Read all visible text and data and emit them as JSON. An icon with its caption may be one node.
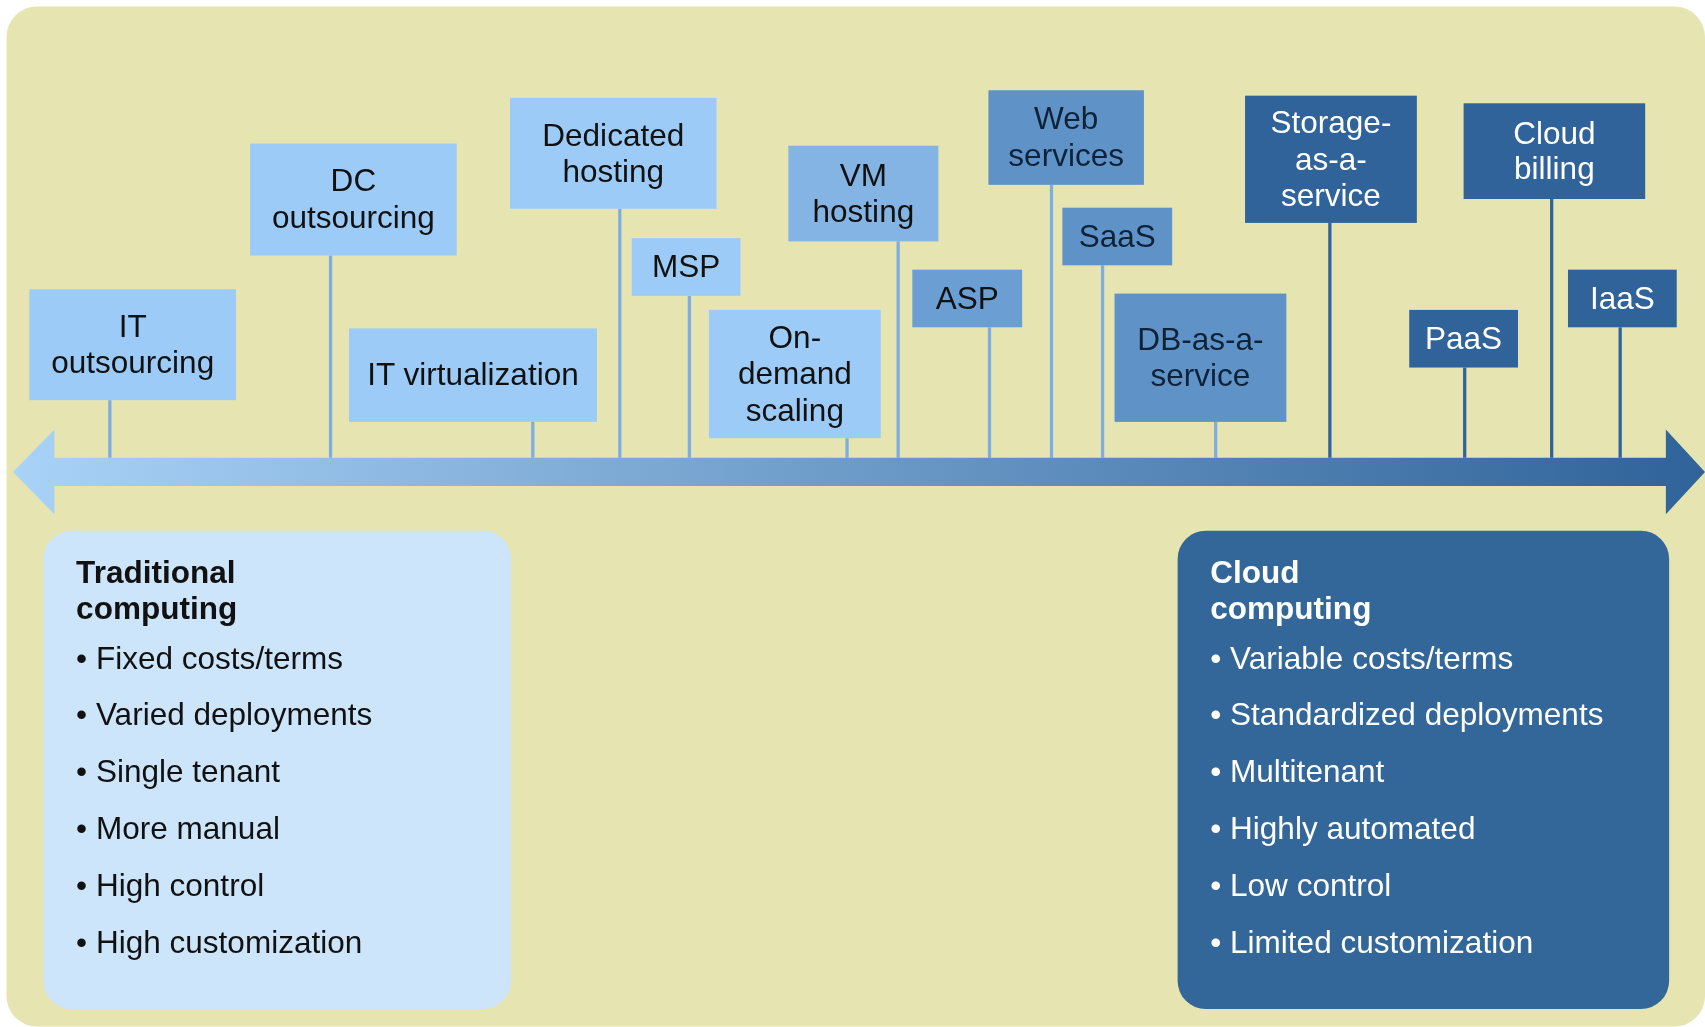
{
  "diagram": {
    "nodes": [
      {
        "text": [
          "IT outsourcing"
        ]
      },
      {
        "text": [
          "DC outsourcing"
        ]
      },
      {
        "text": [
          "IT virtualization"
        ]
      },
      {
        "text": [
          "Dedicated hosting"
        ]
      },
      {
        "text": [
          "MSP"
        ]
      },
      {
        "text": [
          "On-demand scaling"
        ]
      },
      {
        "text": [
          "VM hosting"
        ]
      },
      {
        "text": [
          "ASP"
        ]
      },
      {
        "text": [
          "Web services"
        ]
      },
      {
        "text": [
          "SaaS"
        ]
      },
      {
        "text": [
          "DB-as-a-service"
        ]
      },
      {
        "text": [
          "Storage-as-a-service"
        ]
      },
      {
        "text": [
          "PaaS"
        ]
      },
      {
        "text": [
          "Cloud billing"
        ]
      },
      {
        "text": [
          "IaaS"
        ]
      },
      {
        "text": [],
        "shape": "arrow"
      },
      {
        "text": [
          "Traditional computing",
          "• Fixed costs/terms",
          "• Varied deployments",
          "• Single tenant",
          "• More manual",
          "• High control",
          "• High customization"
        ]
      },
      {
        "text": [
          "Cloud computing",
          "• Variable costs/terms",
          "• Standardized deployments",
          "• Multitenant",
          "• Highly automated",
          "• Low control",
          "• Limited customization"
        ]
      }
    ],
    "edges": [
      {
        "from": 0,
        "to": 15,
        "arrow": "none"
      },
      {
        "from": 1,
        "to": 15,
        "arrow": "none"
      },
      {
        "from": 2,
        "to": 15,
        "arrow": "none"
      },
      {
        "from": 3,
        "to": 15,
        "arrow": "none"
      },
      {
        "from": 4,
        "to": 15,
        "arrow": "none"
      },
      {
        "from": 5,
        "to": 15,
        "arrow": "none"
      },
      {
        "from": 6,
        "to": 15,
        "arrow": "none"
      },
      {
        "from": 7,
        "to": 15,
        "arrow": "none"
      },
      {
        "from": 8,
        "to": 15,
        "arrow": "none"
      },
      {
        "from": 9,
        "to": 15,
        "arrow": "none"
      },
      {
        "from": 10,
        "to": 15,
        "arrow": "none"
      },
      {
        "from": 11,
        "to": 15,
        "arrow": "none",
        "color": "#2f6399"
      },
      {
        "from": 12,
        "to": 15,
        "arrow": "none",
        "color": "#2f6399"
      },
      {
        "from": 13,
        "to": 15,
        "arrow": "none",
        "color": "#2f6399"
      },
      {
        "from": 14,
        "to": 15,
        "arrow": "none",
        "color": "#2f6399"
      }
    ]
  }
}
